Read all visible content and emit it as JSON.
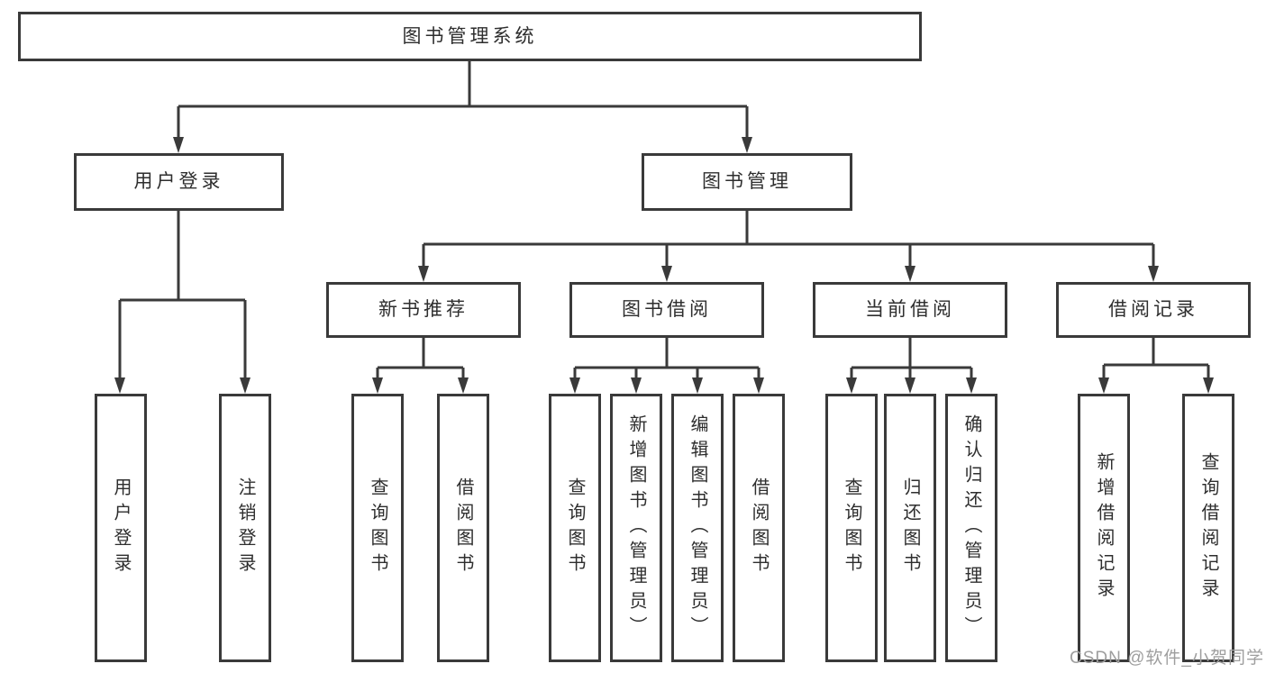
{
  "diagram": {
    "tree": {
      "label": "图书管理系统",
      "children": [
        {
          "label": "用户登录",
          "children": [
            {
              "label": "用户登录"
            },
            {
              "label": "注销登录"
            }
          ]
        },
        {
          "label": "图书管理",
          "children": [
            {
              "label": "新书推荐",
              "children": [
                {
                  "label": "查询图书"
                },
                {
                  "label": "借阅图书"
                }
              ]
            },
            {
              "label": "图书借阅",
              "children": [
                {
                  "label": "查询图书"
                },
                {
                  "label": "新增图书（管理员）"
                },
                {
                  "label": "编辑图书（管理员）"
                },
                {
                  "label": "借阅图书"
                }
              ]
            },
            {
              "label": "当前借阅",
              "children": [
                {
                  "label": "查询图书"
                },
                {
                  "label": "归还图书"
                },
                {
                  "label": "确认归还（管理员）"
                }
              ]
            },
            {
              "label": "借阅记录",
              "children": [
                {
                  "label": "新增借阅记录"
                },
                {
                  "label": "查询借阅记录"
                }
              ]
            }
          ]
        }
      ]
    },
    "colors": {
      "line": "#3a3a3a",
      "text": "#2e2e2e",
      "background": "#ffffff",
      "watermark": "#9e9e9e"
    },
    "watermark": {
      "text": "CSDN @软件_小贺同学"
    }
  }
}
